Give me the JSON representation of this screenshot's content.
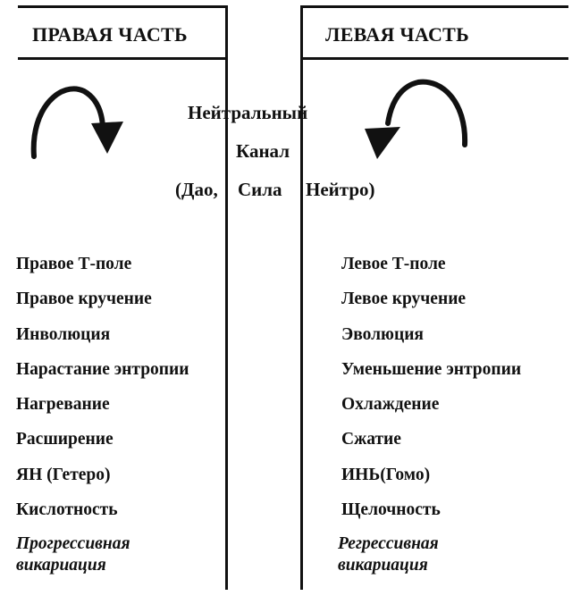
{
  "headers": {
    "right_part": "ПРАВАЯ ЧАСТЬ",
    "left_part": "ЛЕВАЯ ЧАСТЬ"
  },
  "center": {
    "line1": "Нейтральный",
    "line2": "Канал",
    "line3_a": "(Дао,",
    "line3_b": "Сила",
    "line3_c": "Нейтро)"
  },
  "arrows": {
    "right_side": "clockwise-arrow-icon",
    "left_side": "counterclockwise-arrow-icon"
  },
  "right_column": [
    "Правое Т-поле",
    "Правое кручение",
    "Инволюция",
    "Нарастание энтропии",
    "Нагревание",
    "Расширение",
    "ЯН (Гетеро)",
    "Кислотность"
  ],
  "right_italic": {
    "line1": "Прогрессивная",
    "line2": "викариация"
  },
  "left_column": [
    "Левое Т-поле",
    "Левое кручение",
    "Эволюция",
    "Уменьшение энтропии",
    "Охлаждение",
    "Сжатие",
    "ИНЬ(Гомо)",
    "Щелочность"
  ],
  "left_italic": {
    "line1": "Регрессивная",
    "line2": "викариация"
  }
}
